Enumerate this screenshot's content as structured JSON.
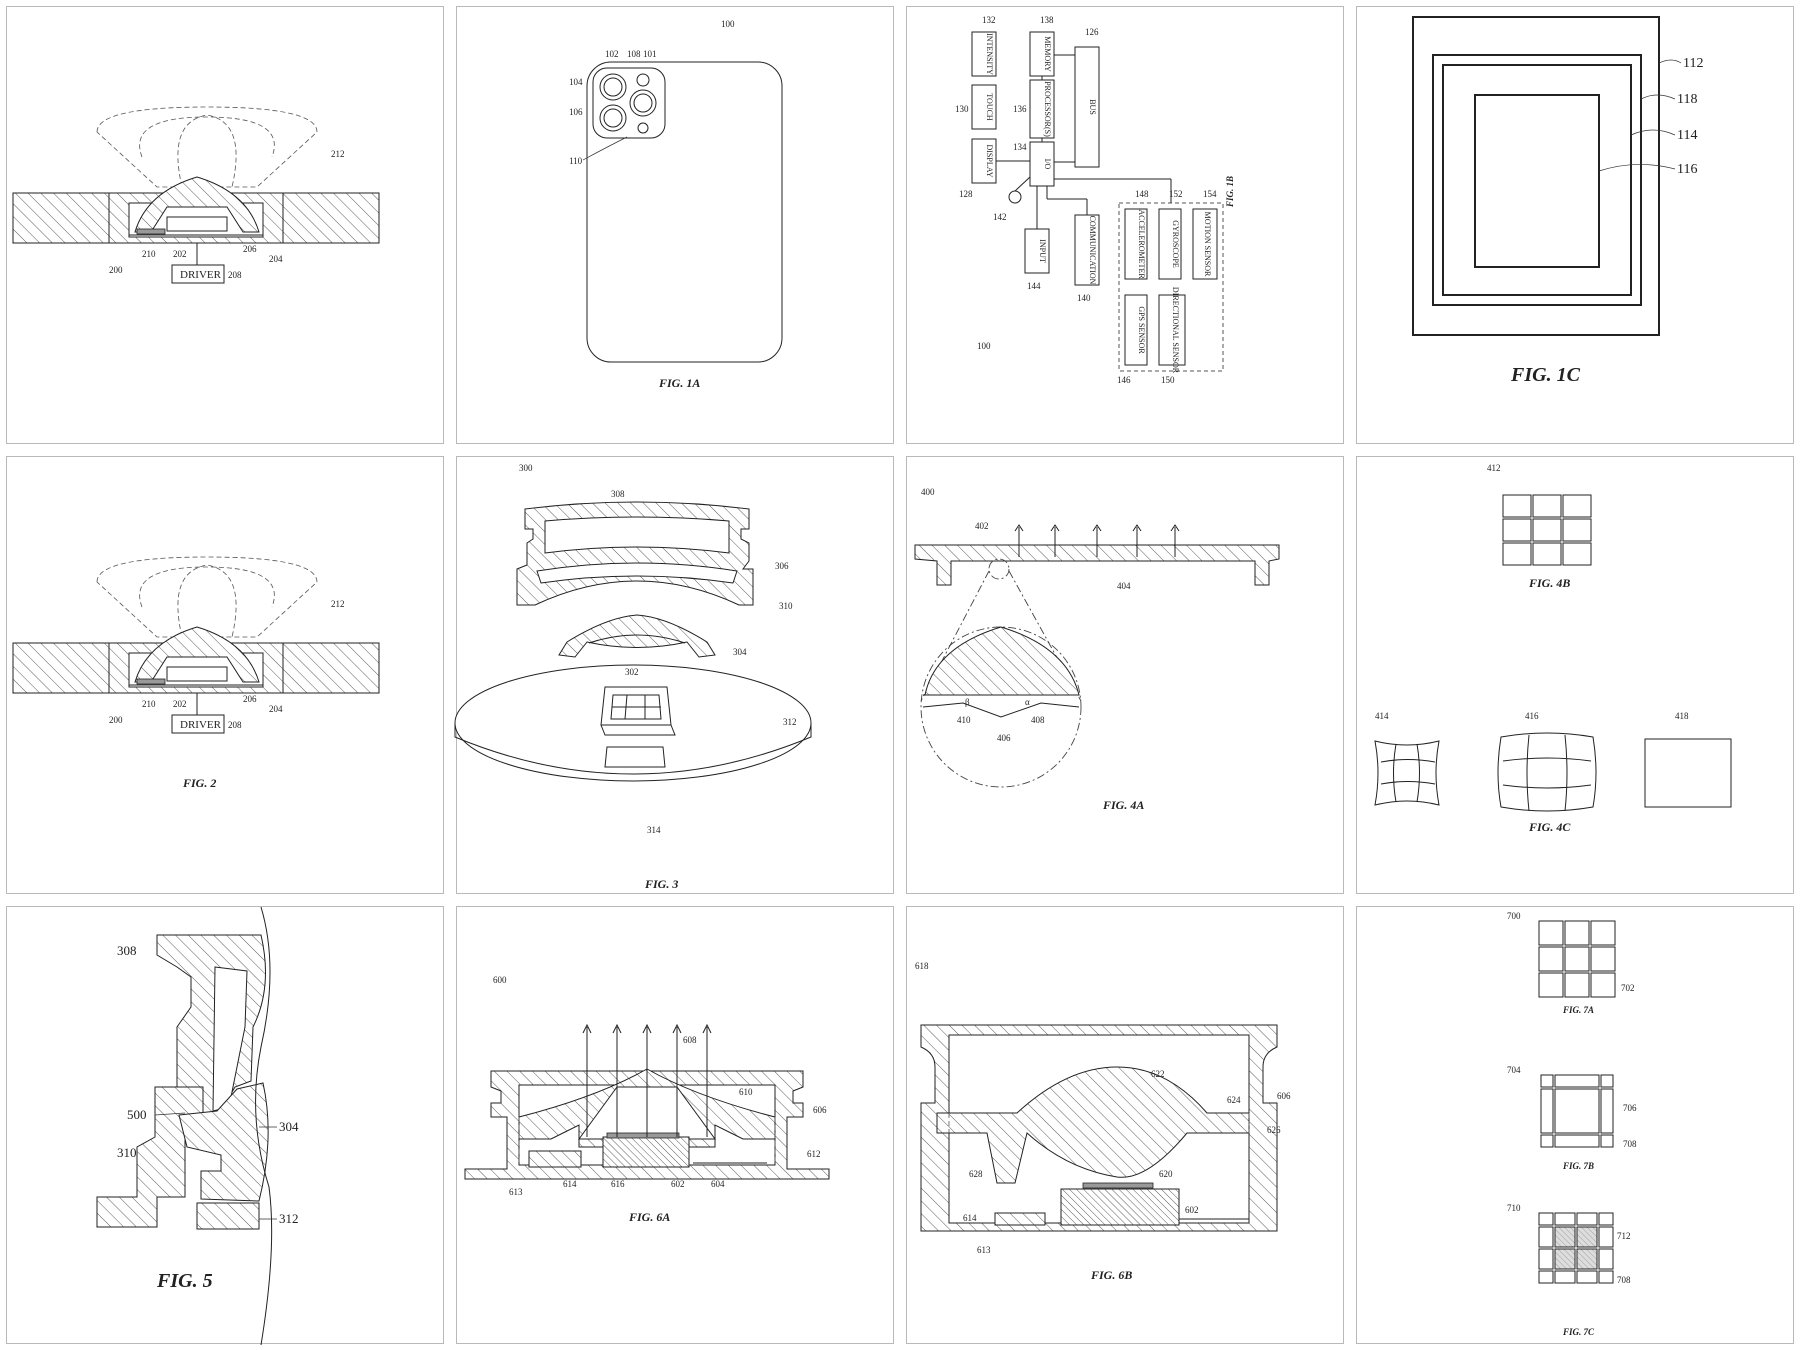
{
  "figures": {
    "fig_driver": {
      "refs": {
        "r212": "212",
        "r210": "210",
        "r202": "202",
        "r206": "206",
        "r204": "204",
        "r200": "200",
        "r208": "208"
      },
      "driver_label": "DRIVER"
    },
    "fig1a": {
      "caption": "FIG. 1A",
      "refs": {
        "r100": "100",
        "r102": "102",
        "r108": "108",
        "r101": "101",
        "r104": "104",
        "r106": "106",
        "r110": "110"
      }
    },
    "fig1b": {
      "caption": "FIG. 1B",
      "blocks": {
        "intensity": "INTENSITY",
        "touch": "TOUCH",
        "display": "DISPLAY",
        "memory": "MEMORY",
        "processors": "PROCESSOR(S)",
        "io": "I/O",
        "bus": "BUS",
        "input": "INPUT",
        "communication": "COMMUNICATION",
        "accelerometer": "ACCELEROMETER",
        "gyroscope": "GYROSCOPE",
        "motion_sensor": "MOTION SENSOR",
        "gps_sensor": "GPS SENSOR",
        "directional_sensor": "DIRECTIONAL SENSOR"
      },
      "refs": {
        "r132": "132",
        "r138": "138",
        "r126": "126",
        "r130": "130",
        "r136": "136",
        "r134": "134",
        "r128": "128",
        "r142": "142",
        "r148": "148",
        "r152": "152",
        "r154": "154",
        "r144": "144",
        "r140": "140",
        "r146": "146",
        "r150": "150",
        "r100": "100"
      }
    },
    "fig1c": {
      "caption": "FIG. 1C",
      "refs": {
        "r112": "112",
        "r118": "118",
        "r114": "114",
        "r116": "116"
      }
    },
    "fig2": {
      "caption": "FIG. 2",
      "driver_label": "DRIVER",
      "refs": {
        "r212": "212",
        "r210": "210",
        "r202": "202",
        "r206": "206",
        "r204": "204",
        "r200": "200",
        "r208": "208"
      }
    },
    "fig3": {
      "caption": "FIG. 3",
      "refs": {
        "r300": "300",
        "r308": "308",
        "r306": "306",
        "r310": "310",
        "r304": "304",
        "r302": "302",
        "r312": "312",
        "r314": "314"
      }
    },
    "fig4a": {
      "caption": "FIG. 4A",
      "refs": {
        "r400": "400",
        "r402": "402",
        "r404": "404",
        "r410": "410",
        "r408": "408",
        "r406": "406"
      },
      "angles": {
        "beta": "β",
        "alpha": "α"
      }
    },
    "fig4b": {
      "caption": "FIG. 4B",
      "refs": {
        "r412": "412"
      }
    },
    "fig4c": {
      "caption": "FIG. 4C",
      "refs": {
        "r414": "414",
        "r416": "416",
        "r418": "418"
      }
    },
    "fig5": {
      "caption": "FIG. 5",
      "refs": {
        "r308": "308",
        "r500": "500",
        "r310": "310",
        "r304": "304",
        "r312": "312"
      }
    },
    "fig6a": {
      "caption": "FIG. 6A",
      "refs": {
        "r600": "600",
        "r608": "608",
        "r610": "610",
        "r606": "606",
        "r612": "612",
        "r613": "613",
        "r614": "614",
        "r616": "616",
        "r602": "602",
        "r604": "604"
      }
    },
    "fig6b": {
      "caption": "FIG. 6B",
      "refs": {
        "r618": "618",
        "r622": "622",
        "r624": "624",
        "r606": "606",
        "r626": "626",
        "r628": "628",
        "r620": "620",
        "r614": "614",
        "r602": "602",
        "r613": "613"
      }
    },
    "fig7": {
      "captions": {
        "a": "FIG. 7A",
        "b": "FIG. 7B",
        "c": "FIG. 7C"
      },
      "refs": {
        "r700": "700",
        "r702": "702",
        "r704": "704",
        "r706": "706",
        "r708b": "708",
        "r710": "710",
        "r712": "712",
        "r708c": "708"
      }
    }
  }
}
